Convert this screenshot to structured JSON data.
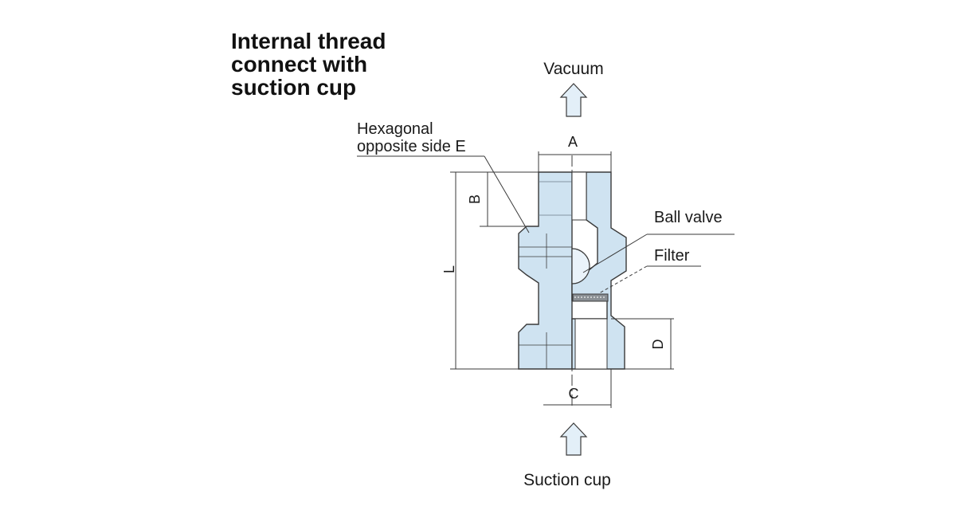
{
  "title_lines": [
    "Internal thread",
    "connect with",
    "suction cup"
  ],
  "labels": {
    "vacuum": "Vacuum",
    "suction_cup": "Suction cup",
    "hex_line1": "Hexagonal",
    "hex_line2": "opposite side E",
    "ball_valve": "Ball valve",
    "filter": "Filter",
    "dim_a": "A",
    "dim_b": "B",
    "dim_c": "C",
    "dim_d": "D",
    "dim_l": "L"
  },
  "colors": {
    "body_fill": "#cfe3f1",
    "stroke": "#3a3a3a",
    "arrow_fill": "#e3eff8"
  }
}
